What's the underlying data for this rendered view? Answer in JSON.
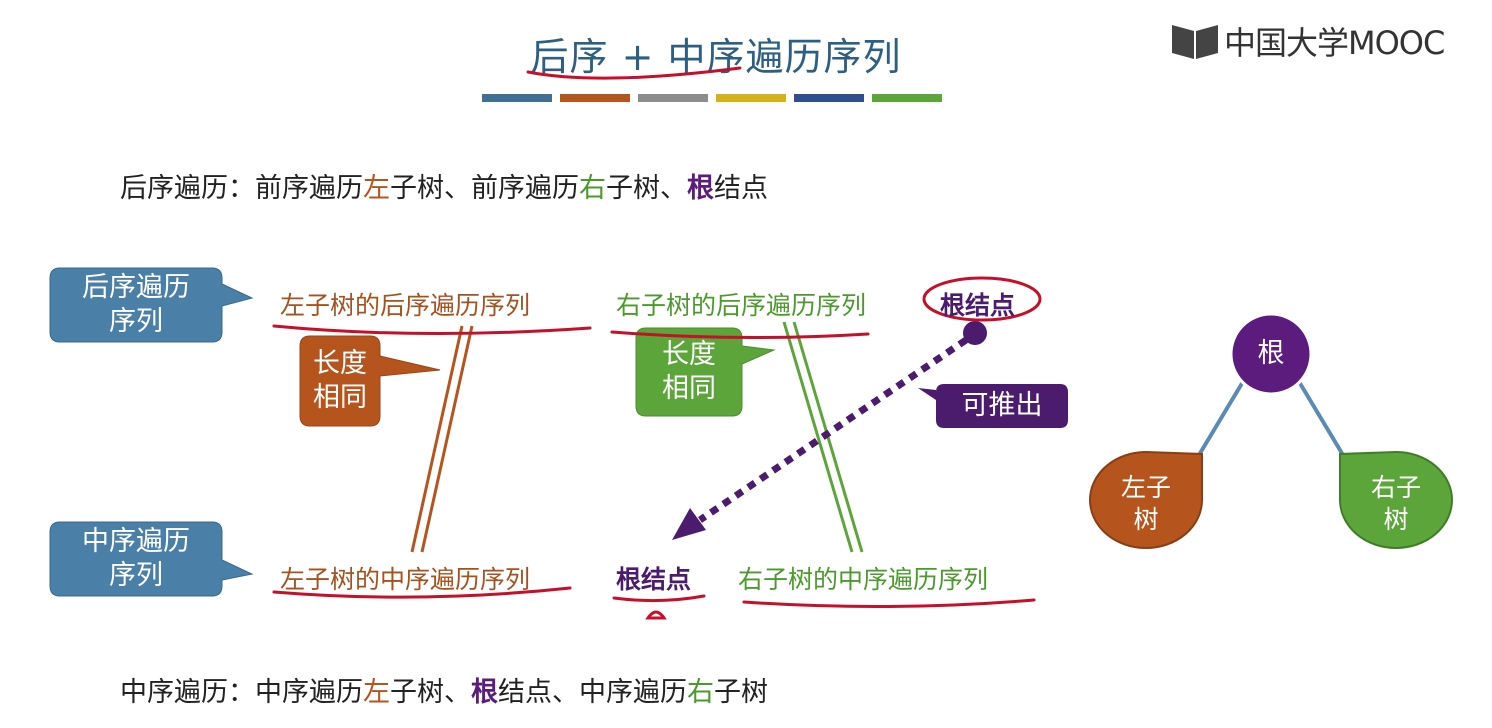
{
  "title": "后序 + 中序遍历序列",
  "logo": {
    "text": "中国大学MOOC"
  },
  "color_bars": [
    "#3f6f92",
    "#b5541d",
    "#8c8c8c",
    "#d4b21c",
    "#2f4f8f",
    "#5ca53a"
  ],
  "postorder_def": {
    "label": "后序遍历：",
    "p1": "前序遍历",
    "left": "左",
    "p2": "子树、前序遍历",
    "right": "右",
    "p3": "子树、",
    "root": "根",
    "p4": "结点"
  },
  "inorder_def": {
    "label": "中序遍历：",
    "p1": "中序遍历",
    "left": "左",
    "p2": "子树、",
    "root": "根",
    "p3": "结点、中序遍历",
    "right": "右",
    "p4": "子树"
  },
  "post_callout": {
    "line1": "后序遍历",
    "line2": "序列"
  },
  "in_callout": {
    "line1": "中序遍历",
    "line2": "序列"
  },
  "post_seq": {
    "left": "左子树的后序遍历序列",
    "right": "右子树的后序遍历序列",
    "root": "根结点"
  },
  "in_seq": {
    "left": "左子树的中序遍历序列",
    "root": "根结点",
    "right": "右子树的中序遍历序列"
  },
  "same_length_left": {
    "line1": "长度",
    "line2": "相同"
  },
  "same_length_right": {
    "line1": "长度",
    "line2": "相同"
  },
  "deduce_label": "可推出",
  "tree": {
    "root": "根",
    "left_line1": "左子",
    "left_line2": "树",
    "right_line1": "右子",
    "right_line2": "树"
  },
  "colors": {
    "blue_callout": "#4a7fa7",
    "brown": "#b5541d",
    "green": "#5ca53a",
    "purple": "#4b1c6e",
    "annotation_red": "#c4102a"
  }
}
